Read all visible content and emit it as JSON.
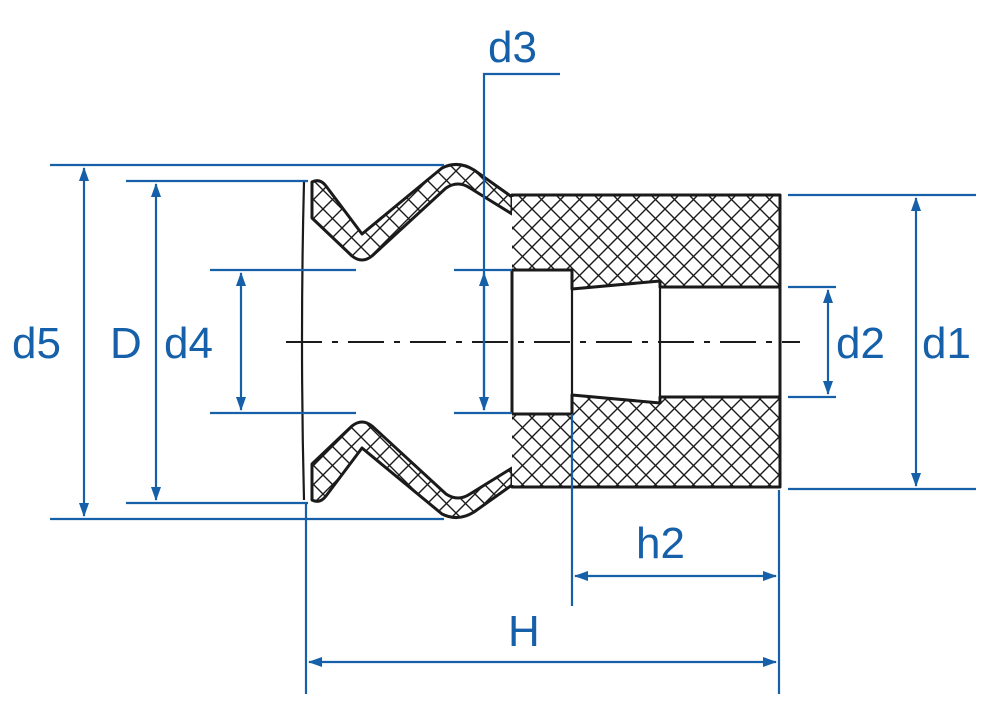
{
  "labels": {
    "d1": "d1",
    "d2": "d2",
    "d3": "d3",
    "d4": "d4",
    "d5": "d5",
    "D": "D",
    "H": "H",
    "h2": "h2"
  },
  "colors": {
    "dimension": "#1560a8",
    "outline": "#1a1a1a",
    "background": "#ffffff"
  }
}
